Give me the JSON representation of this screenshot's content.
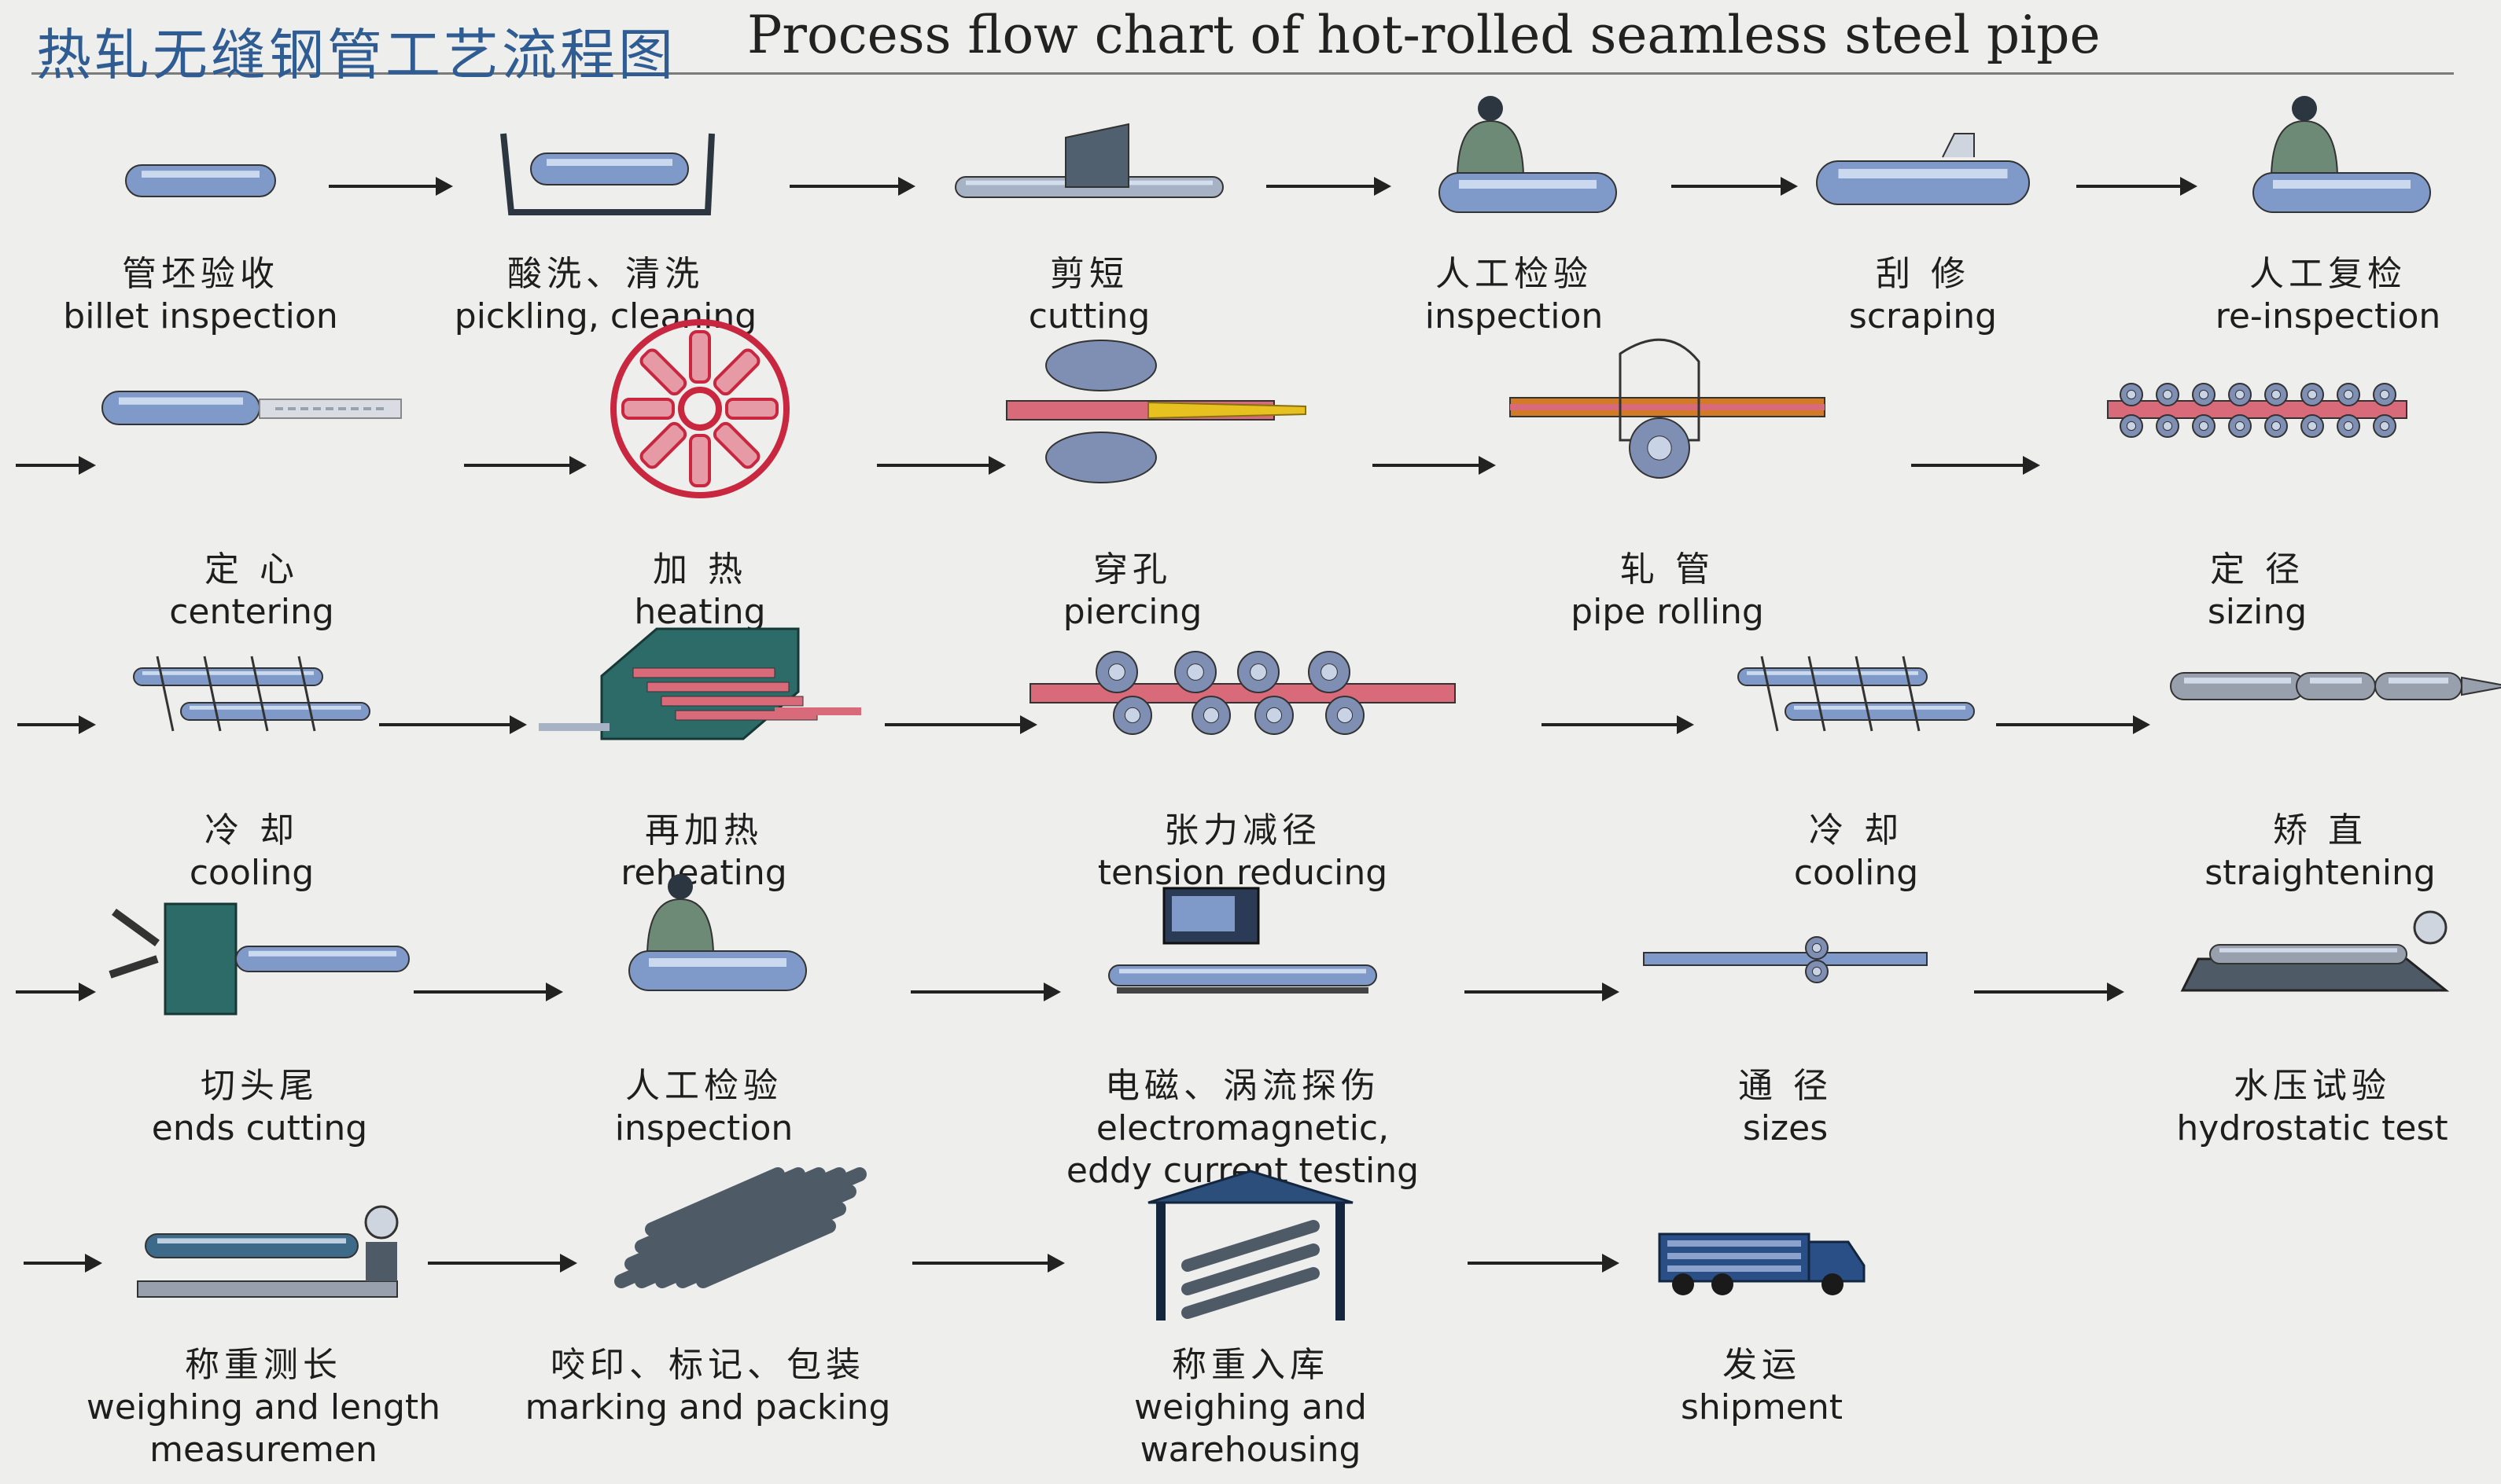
{
  "title": {
    "zh": "热轧无缝钢管工艺流程图",
    "en": "Process flow chart of hot-rolled seamless steel pipe"
  },
  "colors": {
    "pipe": "#7f99c9",
    "hot_pipe": "#d86a7a",
    "machine": "#50606e",
    "heating_ring": "#c8273f",
    "title_blue": "#2f5c93",
    "worker": "#6d8a76"
  },
  "rows": [
    [
      {
        "zh": "管坯验收",
        "en": "billet inspection",
        "icon": "billet-icon"
      },
      {
        "zh": "酸洗、清洗",
        "en": "pickling, cleaning",
        "icon": "pickling-tank-icon"
      },
      {
        "zh": "剪短",
        "en": "cutting",
        "icon": "cutting-blade-icon"
      },
      {
        "zh": "人工检验",
        "en": "inspection",
        "icon": "worker-inspection-icon"
      },
      {
        "zh": "刮 修",
        "en": "scraping",
        "icon": "scraping-icon"
      },
      {
        "zh": "人工复检",
        "en": "re-inspection",
        "icon": "worker-inspection-icon"
      }
    ],
    [
      {
        "zh": "定 心",
        "en": "centering",
        "icon": "centering-icon"
      },
      {
        "zh": "加 热",
        "en": "heating",
        "icon": "rotary-furnace-icon"
      },
      {
        "zh": "穿孔",
        "en": "piercing",
        "icon": "piercing-mill-icon"
      },
      {
        "zh": "轧 管",
        "en": "pipe rolling",
        "icon": "pipe-rolling-mill-icon"
      },
      {
        "zh": "定 径",
        "en": "sizing",
        "icon": "sizing-mill-icon"
      }
    ],
    [
      {
        "zh": "冷 却",
        "en": "cooling",
        "icon": "cooling-bed-icon"
      },
      {
        "zh": "再加热",
        "en": "reheating",
        "icon": "reheating-furnace-icon"
      },
      {
        "zh": "张力减径",
        "en": "tension reducing",
        "icon": "tension-reducing-mill-icon"
      },
      {
        "zh": "冷 却",
        "en": "cooling",
        "icon": "cooling-bed-icon"
      },
      {
        "zh": "矫 直",
        "en": "straightening",
        "icon": "straightening-icon"
      }
    ],
    [
      {
        "zh": "切头尾",
        "en": "ends cutting",
        "icon": "ends-cutting-saw-icon"
      },
      {
        "zh": "人工检验",
        "en": "inspection",
        "icon": "worker-inspection-icon"
      },
      {
        "zh": "电磁、涡流探伤",
        "en": "electromagnetic,\neddy current testing",
        "icon": "eddy-current-tester-icon"
      },
      {
        "zh": "通 径",
        "en": "sizes",
        "icon": "drift-gauge-icon"
      },
      {
        "zh": "水压试验",
        "en": "hydrostatic test",
        "icon": "hydrostatic-tester-icon"
      }
    ],
    [
      {
        "zh": "称重测长",
        "en": "weighing and length\nmeasuremen",
        "icon": "weighing-scale-icon"
      },
      {
        "zh": "咬印、标记、包装",
        "en": "marking and packing",
        "icon": "pipe-bundle-icon"
      },
      {
        "zh": "称重入库",
        "en": "weighing and warehousing",
        "icon": "warehouse-icon"
      },
      {
        "zh": "发运",
        "en": "shipment",
        "icon": "truck-icon"
      }
    ]
  ]
}
